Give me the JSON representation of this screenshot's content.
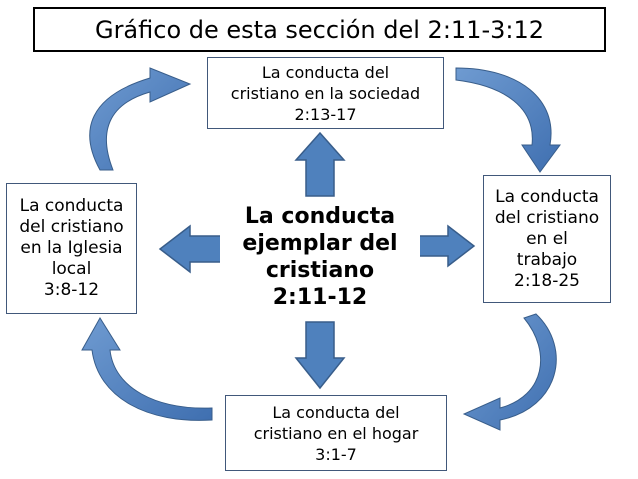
{
  "title": "Gráfico de esta sección del 2:11-3:12",
  "center": {
    "lines": [
      "La conducta",
      "ejemplar del",
      "cristiano",
      "2:11-12"
    ]
  },
  "nodes": {
    "top": {
      "lines": [
        "La conducta del",
        "cristiano en la sociedad",
        "2:13-17"
      ]
    },
    "right": {
      "lines": [
        "La conducta",
        "del cristiano",
        "en el",
        "trabajo",
        "2:18-25"
      ]
    },
    "bottom": {
      "lines": [
        "La conducta del",
        "cristiano en el hogar",
        "3:1-7"
      ]
    },
    "left": {
      "lines": [
        "La conducta",
        "del cristiano",
        "en la Iglesia",
        "local",
        "3:8-12"
      ]
    }
  },
  "colors": {
    "arrow_fill": "#4f81bd",
    "arrow_stroke": "#385d8a",
    "box_border": "#41587a"
  }
}
